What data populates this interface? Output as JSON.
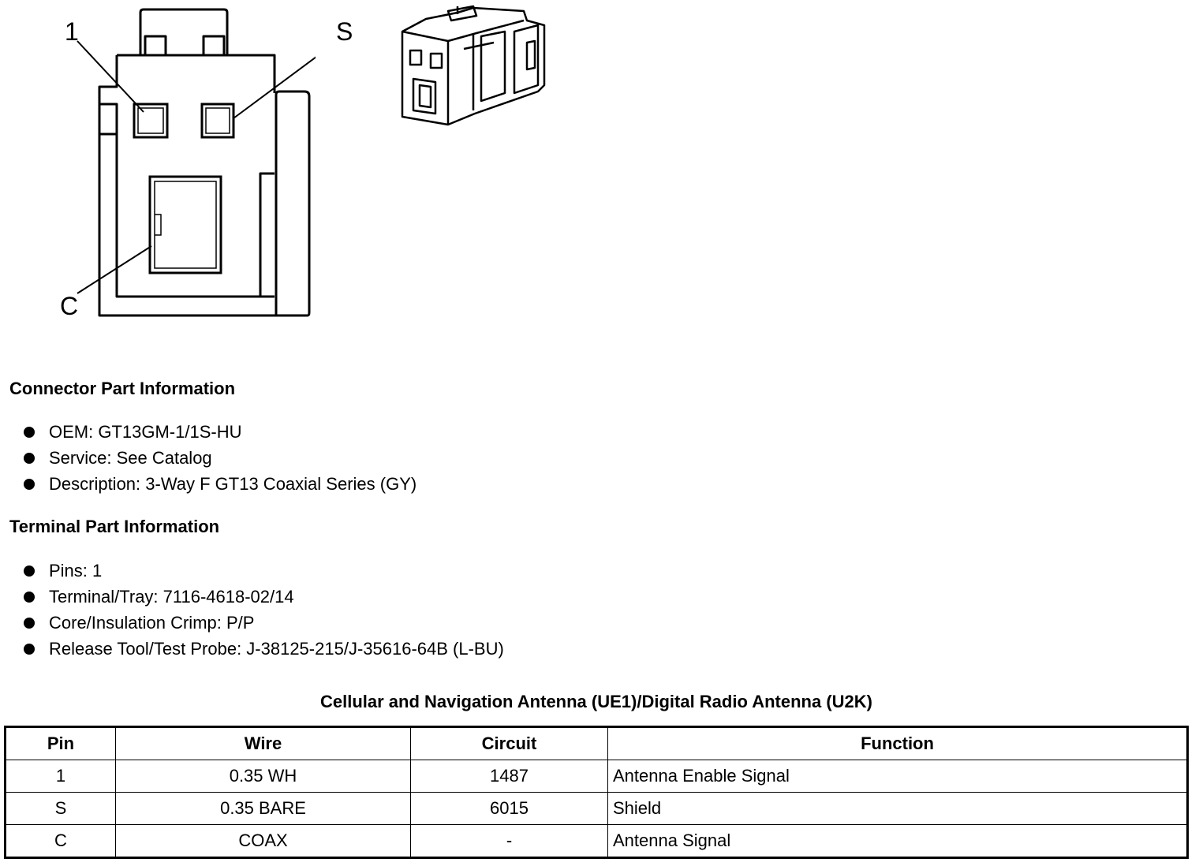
{
  "connector": {
    "callouts": {
      "pin1": "1",
      "pinS": "S",
      "pinC": "C"
    }
  },
  "connector_info": {
    "heading": "Connector Part Information",
    "items": [
      "OEM: GT13GM-1/1S-HU",
      "Service: See Catalog",
      "Description: 3-Way F GT13 Coaxial Series (GY)"
    ]
  },
  "terminal_info": {
    "heading": "Terminal Part Information",
    "items": [
      "Pins: 1",
      "Terminal/Tray: 7116-4618-02/14",
      "Core/Insulation Crimp: P/P",
      "Release Tool/Test Probe: J-38125-215/J-35616-64B (L-BU)"
    ]
  },
  "pin_table": {
    "title": "Cellular and Navigation Antenna (UE1)/Digital Radio Antenna (U2K)",
    "headers": [
      "Pin",
      "Wire",
      "Circuit",
      "Function"
    ],
    "rows": [
      [
        "1",
        "0.35 WH",
        "1487",
        "Antenna Enable Signal"
      ],
      [
        "S",
        "0.35 BARE",
        "6015",
        "Shield"
      ],
      [
        "C",
        "COAX",
        "-",
        "Antenna Signal"
      ]
    ]
  }
}
